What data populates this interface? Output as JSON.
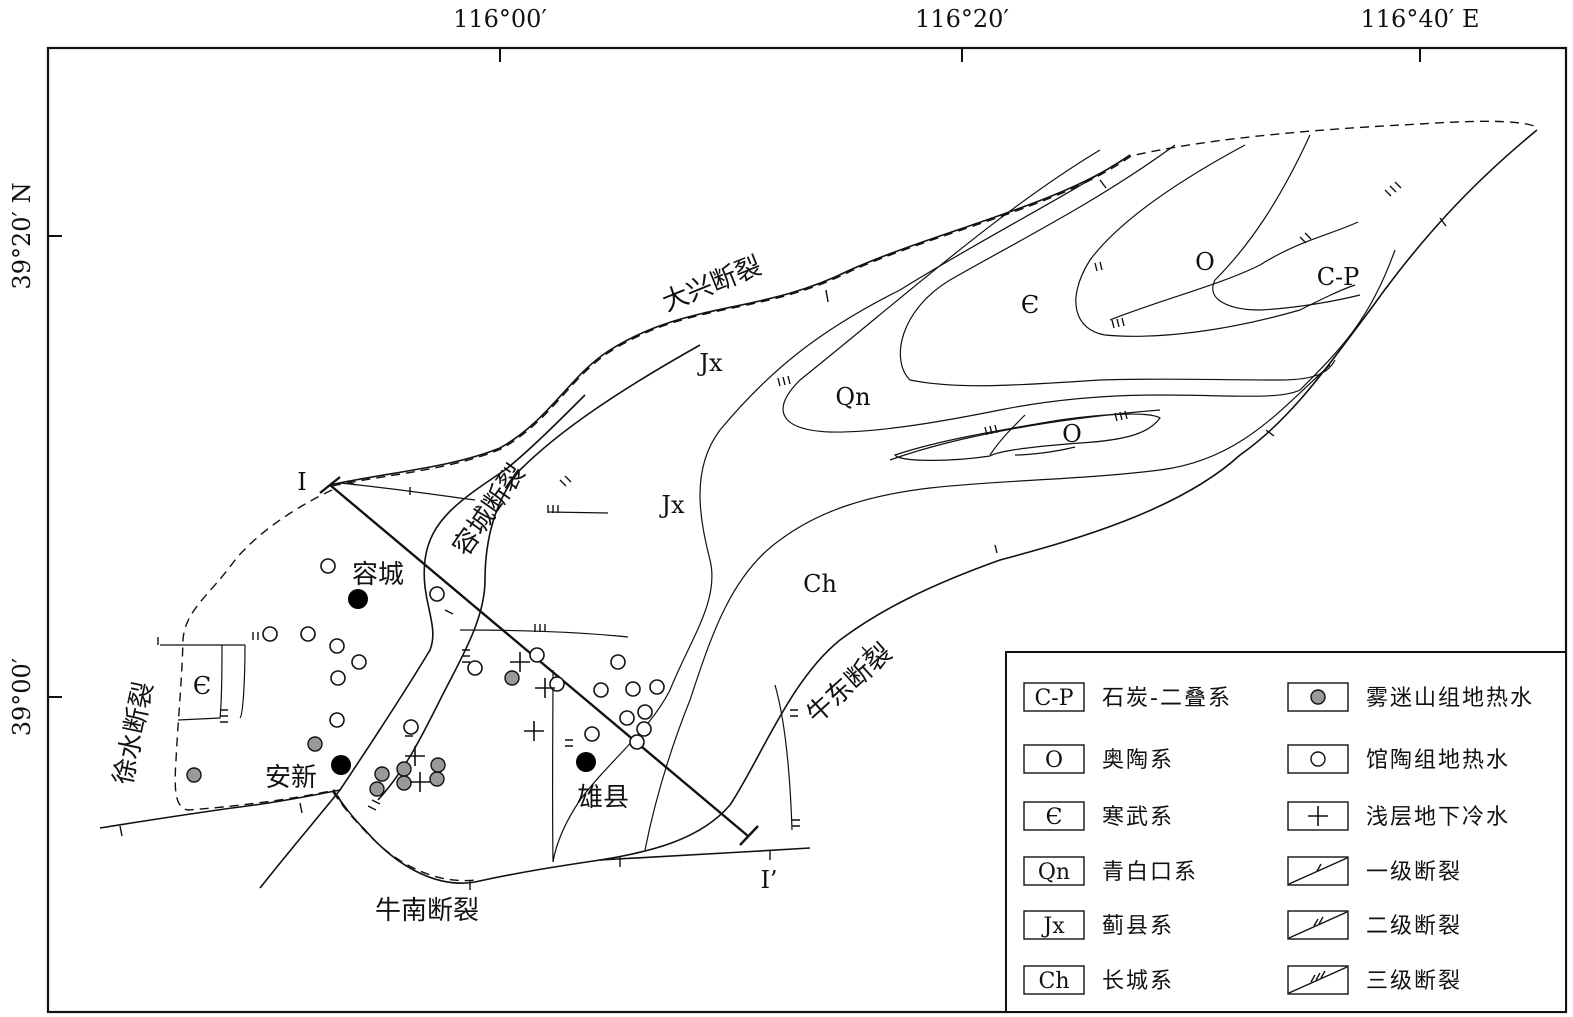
{
  "coordinates": {
    "top": [
      "116°00′",
      "116°20′",
      "116°40′ E"
    ],
    "left": [
      "39°20′ N",
      "39°00′"
    ]
  },
  "faults": {
    "daxing": "大兴断裂",
    "rongcheng": "容城断裂",
    "niudong": "牛东断裂",
    "niunan": "牛南断裂",
    "xushui": "徐水断裂"
  },
  "units": {
    "cp": "C-P",
    "o1": "O",
    "o2": "O",
    "cambrian": "Є",
    "cambrian_w": "Є",
    "qn": "Qn",
    "jx1": "Jx",
    "jx2": "Jx",
    "ch": "Ch"
  },
  "places": {
    "rongcheng": "容城",
    "anxin": "安新",
    "xiongxian": "雄县"
  },
  "section": {
    "start": "I",
    "end": "I’"
  },
  "legend": {
    "left": [
      {
        "symbol": "C-P",
        "label": "石炭-二叠系"
      },
      {
        "symbol": "O",
        "label": "奥陶系"
      },
      {
        "symbol": "Є",
        "label": "寒武系"
      },
      {
        "symbol": "Qn",
        "label": "青白口系"
      },
      {
        "symbol": "Jx",
        "label": "蓟县系"
      },
      {
        "symbol": "Ch",
        "label": "长城系"
      }
    ],
    "right": [
      {
        "symbol": "gray-circle",
        "label": "雾迷山组地热水"
      },
      {
        "symbol": "open-circle",
        "label": "馆陶组地热水"
      },
      {
        "symbol": "cross",
        "label": "浅层地下冷水"
      },
      {
        "symbol": "fault-1",
        "label": "一级断裂"
      },
      {
        "symbol": "fault-2",
        "label": "二级断裂"
      },
      {
        "symbol": "fault-3",
        "label": "三级断裂"
      }
    ]
  }
}
